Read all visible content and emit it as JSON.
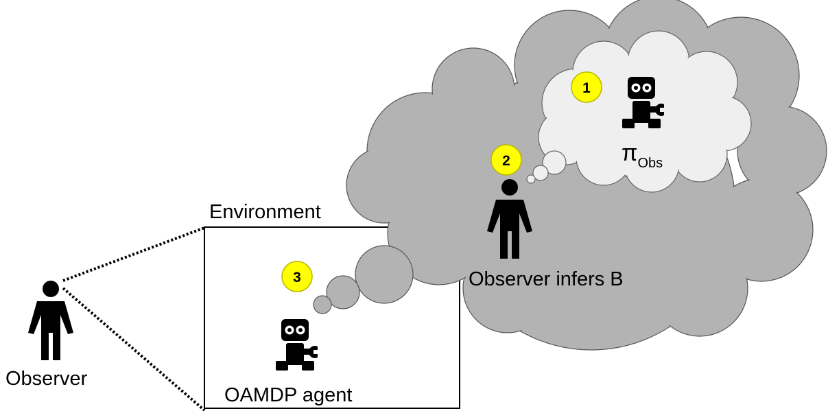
{
  "labels": {
    "environment": "Environment",
    "observer": "Observer",
    "agent": "OAMDP agent",
    "inference": "Observer infers B",
    "policy_symbol": "π",
    "policy_subscript": "Obs"
  },
  "badges": [
    "1",
    "2",
    "3"
  ],
  "colors": {
    "outer_cloud": "#b3b3b3",
    "inner_cloud": "#efefef",
    "badge": "#ffff00",
    "badge_stroke": "#b8b800",
    "figure": "#000000"
  },
  "icons": {
    "person": "person-silhouette-icon",
    "robot": "robot-icon"
  }
}
